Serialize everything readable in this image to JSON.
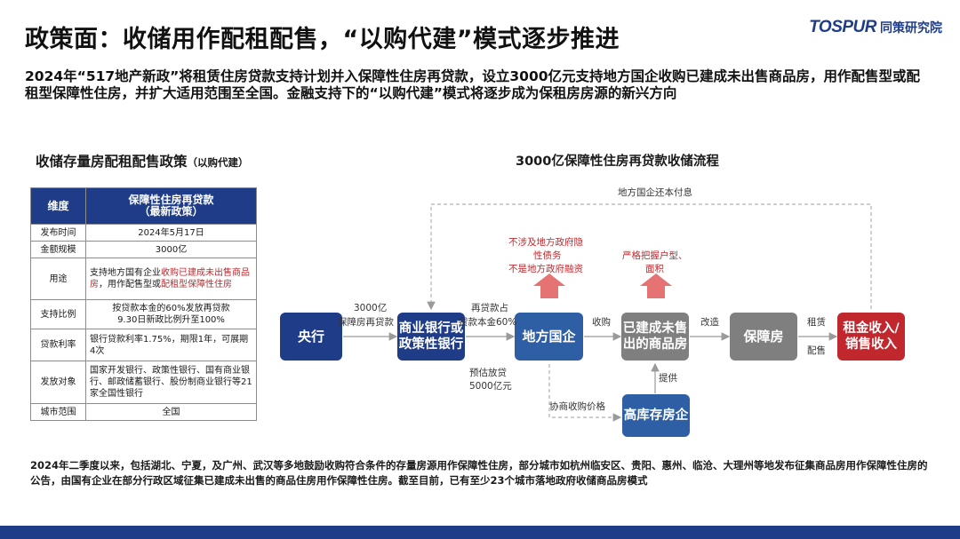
{
  "header": {
    "title": "政策面：收储用作配租配售，“以购代建”模式逐步推进",
    "logo_mark": "TOSPUR",
    "logo_cn": "同策研究院"
  },
  "intro": "2024年“517地产新政”将租赁住房贷款支持计划并入保障性住房再贷款，设立3000亿元支持地方国企收购已建成未出售商品房，用作配售型或配租型保障性住房，并扩大适用范围至全国。金融支持下的“以购代建”模式将逐步成为保租房房源的新兴方向",
  "left": {
    "title": "收储存量房配租配售政策",
    "subtitle": "（以购代建）",
    "table": {
      "col1": "维度",
      "col2_line1": "保障性住房再贷款",
      "col2_line2": "（最新政策）",
      "rows": {
        "date": {
          "k": "发布时间",
          "v": "2024年5月17日"
        },
        "amount": {
          "k": "金额规模",
          "v": "3000亿"
        },
        "usage": {
          "k": "用途",
          "v1": "支持地方国有企业",
          "v2": "收购已建成未出售商品房",
          "v3": "，用作配售型或",
          "v4": "配租型保障性住房"
        },
        "ratio": {
          "k": "支持比例",
          "v1": "按贷款本金的60%发放再贷款",
          "v2": "9.30日新政比例升至100%"
        },
        "rate": {
          "k": "贷款利率",
          "v": "银行贷款利率1.75%，期限1年，可展期4次"
        },
        "target": {
          "k": "发放对象",
          "v": "国家开发银行、政策性银行、国有商业银行、邮政储蓄银行、股份制商业银行等21家全国性银行"
        },
        "scope": {
          "k": "城市范围",
          "v": "全国"
        }
      }
    }
  },
  "flow": {
    "title": "3000亿保障性住房再贷款收储流程",
    "nodes": {
      "central": "央行",
      "banks": "商业银行或政策性银行",
      "local": "地方国企",
      "unsold": "已建成未售出的商品房",
      "affordable": "保障房",
      "income": "租金收入/销售收入",
      "stock": "高库存房企"
    },
    "labels": {
      "repay": "地方国企还本付息",
      "loan_3000": "3000亿",
      "loan_3000_b": "保障房再贷款",
      "reloan_ratio": "再贷款占",
      "reloan_ratio_b": "贷款本金60%",
      "est_loan": "预估放贷",
      "est_loan_b": "5000亿元",
      "acquire": "收购",
      "renovate": "改造",
      "rent": "租赁",
      "sale": "配售",
      "provide": "提供",
      "negotiate": "协商收购价格",
      "no_debt_1": "不涉及地方政府隐",
      "no_debt_2": "性债务",
      "no_debt_3": "不是地方政府融资",
      "strict_1": "严格把握户型、",
      "strict_2": "面积"
    }
  },
  "footer": "2024年二季度以来，包括湖北、宁夏，及广州、武汉等多地鼓励收购符合条件的存量房源用作保障性住房，部分城市如杭州临安区、贵阳、惠州、临沧、大理州等地发布征集商品房用作保障性住房的公告，由国有企业在部分行政区域征集已建成未出售的商品住房用作保障性住房。截至目前，已有至少23个城市落地政府收储商品房模式",
  "colors": {
    "brand": "#1f3c88",
    "mid_blue": "#2e5fa5",
    "gray": "#7f7f7f",
    "red": "#c0282d",
    "arrow_red": "#e57373"
  }
}
